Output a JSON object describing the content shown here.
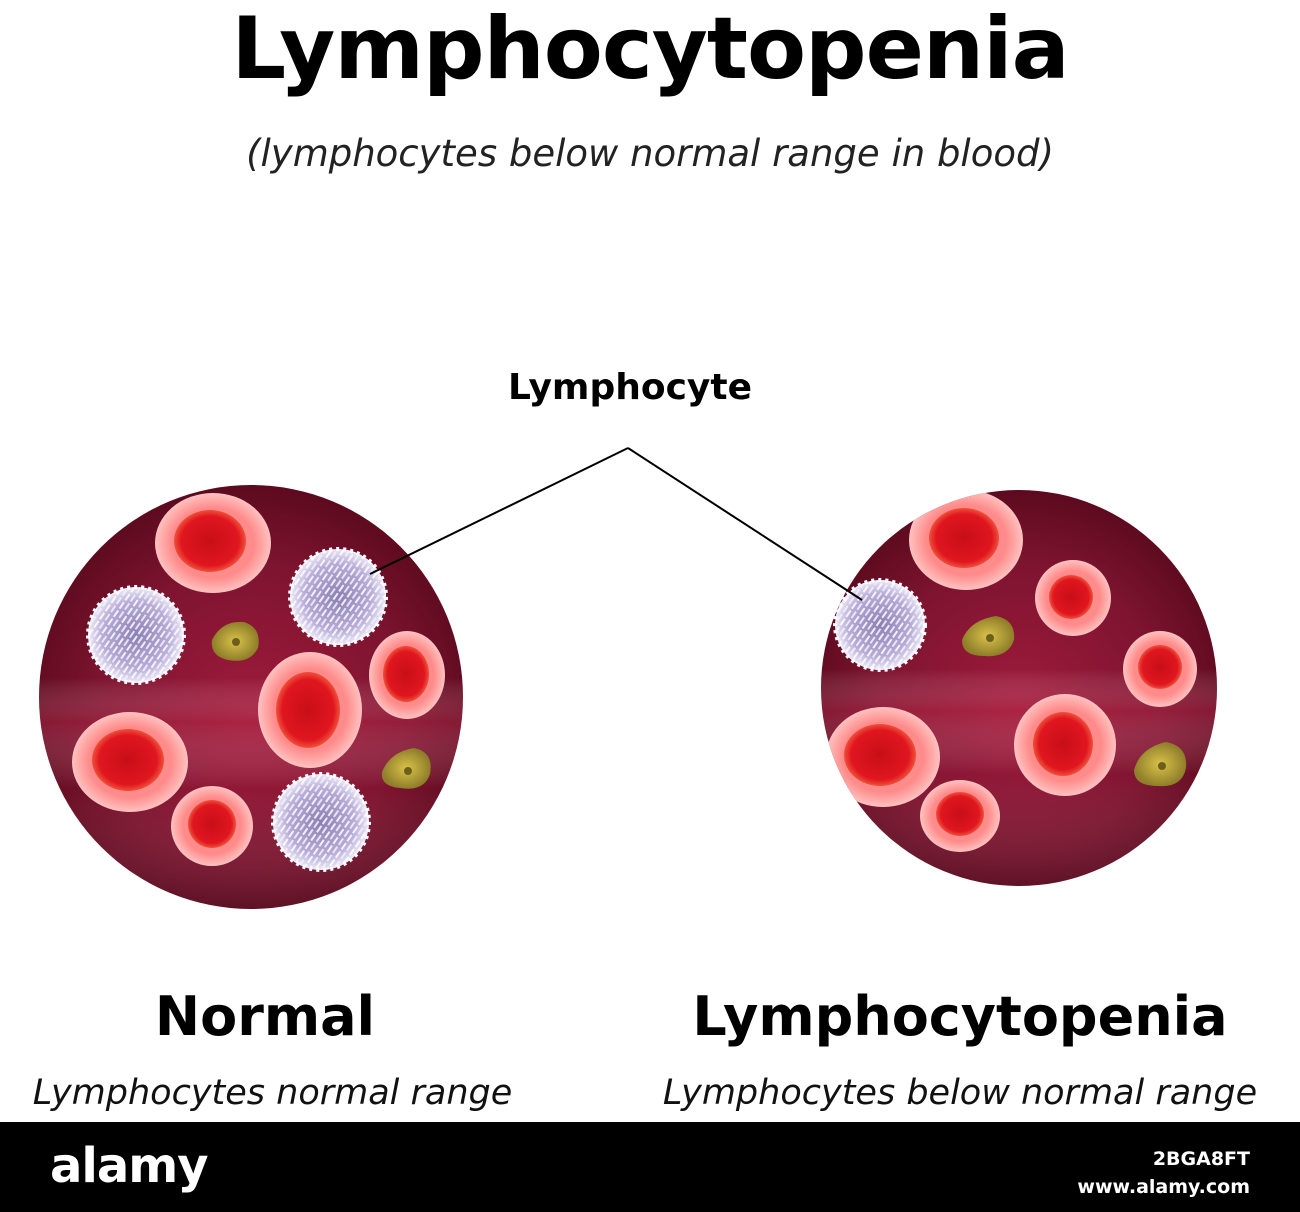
{
  "title": "Lymphocytopenia",
  "subtitle": "(lymphocytes below normal range in blood)",
  "callout": {
    "label": "Lymphocyte"
  },
  "panels": [
    {
      "title": "Normal",
      "caption": "Lymphocytes normal range",
      "lymphocyte_count": 3
    },
    {
      "title": "Lymphocytopenia",
      "caption": "Lymphocytes below normal range",
      "lymphocyte_count": 1
    }
  ],
  "footer": {
    "logo": "alamy",
    "image_id": "2BGA8FT",
    "site": "www.alamy.com"
  },
  "colors": {
    "plasma": "#7a0f2a",
    "rbc_rim": "#f8a0a0",
    "rbc_core": "#d8141c",
    "lymphocyte": "#d9d1ea",
    "platelet": "#b9a032",
    "footer": "#000000"
  }
}
